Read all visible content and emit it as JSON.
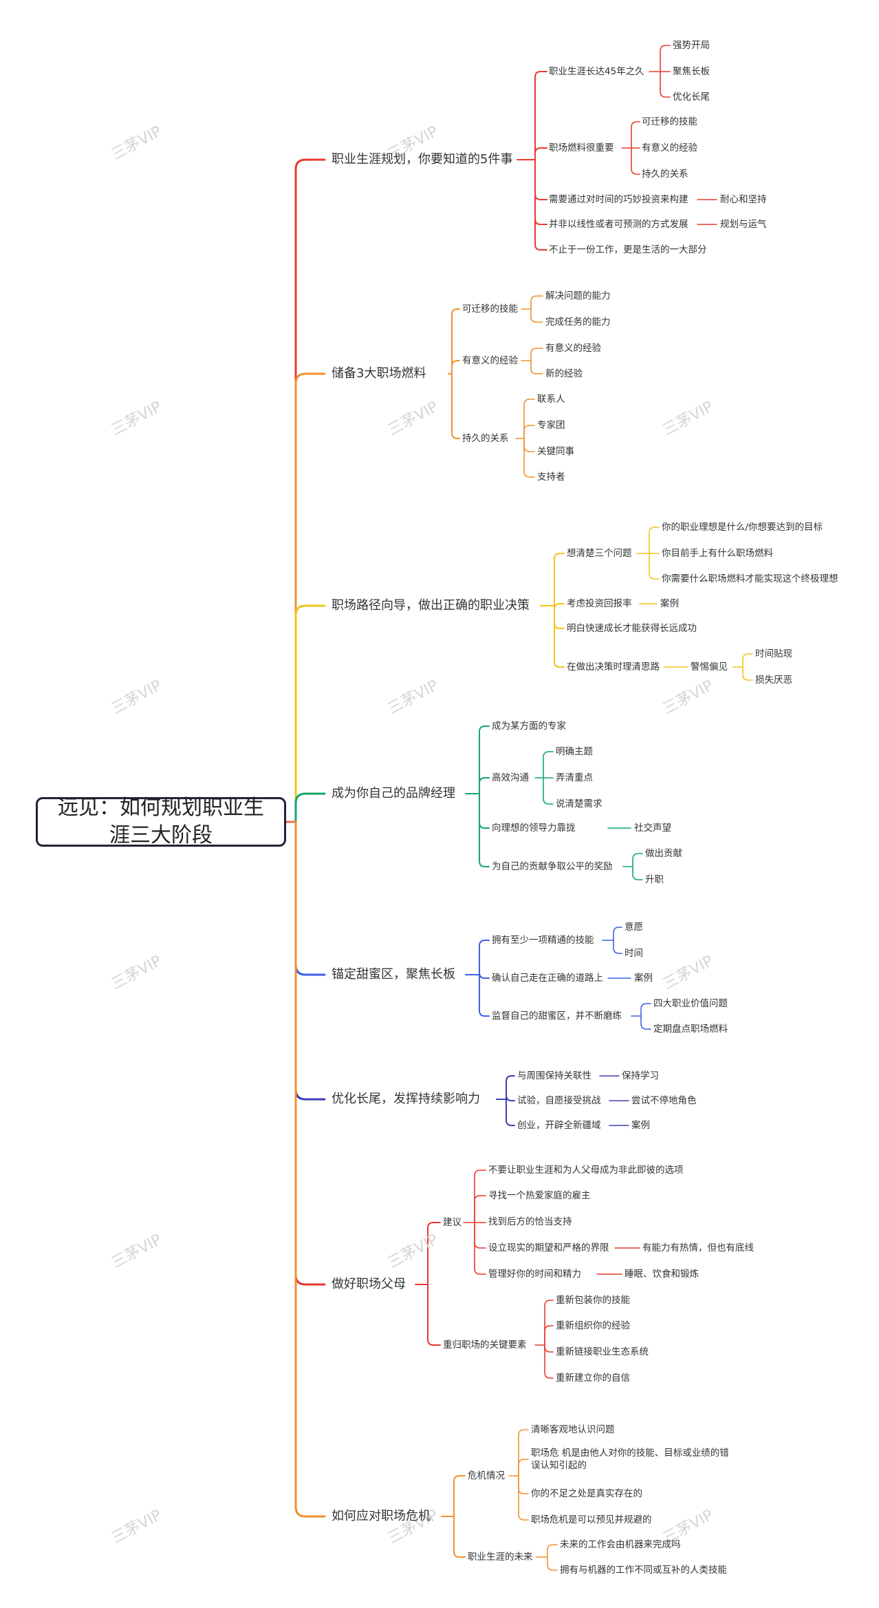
{
  "root": {
    "line1": "远见：如何规划职业生",
    "line2": "涯三大阶段"
  },
  "watermark": "三茅VIP",
  "colors": {
    "red": "#e8382f",
    "orange": "#f0902c",
    "yellow": "#f0c419",
    "green": "#12a66a",
    "blue": "#3b5ee6",
    "indigo": "#3d3db5",
    "trunk": "#ec6c48"
  },
  "branches": [
    {
      "label": "职业生涯规划，你要知道的5件事",
      "color": "red"
    },
    {
      "label": "储备3大职场燃料",
      "color": "orange"
    },
    {
      "label": "职场路径向导，做出正确的职业决策",
      "color": "yellow"
    },
    {
      "label": "成为你自己的品牌经理",
      "color": "green"
    },
    {
      "label": "锚定甜蜜区，聚焦长板",
      "color": "blue"
    },
    {
      "label": "优化长尾，发挥持续影响力",
      "color": "indigo"
    },
    {
      "label": "做好职场父母",
      "color": "red"
    },
    {
      "label": "如何应对职场危机",
      "color": "orange"
    }
  ],
  "b0": {
    "n1": "职业生涯长达45年之久",
    "n1a": "强势开局",
    "n1b": "聚焦长板",
    "n1c": "优化长尾",
    "n2": "职场燃料很重要",
    "n2a": "可迁移的技能",
    "n2b": "有意义的经验",
    "n2c": "持久的关系",
    "n3": "需要通过对时间的巧妙投资来构建",
    "n3a": "耐心和坚持",
    "n4": "并非以线性或者可预测的方式发展",
    "n4a": "规划与运气",
    "n5": "不止于一份工作，更是生活的一大部分"
  },
  "b1": {
    "n1": "可迁移的技能",
    "n1a": "解决问题的能力",
    "n1b": "完成任务的能力",
    "n2": "有意义的经验",
    "n2a": "有意义的经验",
    "n2b": "新的经验",
    "n3": "持久的关系",
    "n3a": "联系人",
    "n3b": "专家团",
    "n3c": "关键同事",
    "n3d": "支持者"
  },
  "b2": {
    "n1": "想清楚三个问题",
    "n1a": "你的职业理想是什么/你想要达到的目标",
    "n1b": "你目前手上有什么职场燃料",
    "n1c": "你需要什么职场燃料才能实现这个终极理想",
    "n2": "考虑投资回报率",
    "n2a": "案例",
    "n3": "明白快速成长才能获得长远成功",
    "n4": "在做出决策时理清思路",
    "n4a": "警惕偏见",
    "n4b": "时间贴现",
    "n4c": "损失厌恶"
  },
  "b3": {
    "n1": "成为某方面的专家",
    "n2": "高效沟通",
    "n2a": "明确主题",
    "n2b": "弄清重点",
    "n2c": "说清楚需求",
    "n3": "向理想的领导力靠拢",
    "n3a": "社交声望",
    "n4": "为自己的贡献争取公平的奖励",
    "n4a": "做出贡献",
    "n4b": "升职"
  },
  "b4": {
    "n1": "拥有至少一项精通的技能",
    "n1a": "意愿",
    "n1b": "时间",
    "n2": "确认自己走在正确的道路上",
    "n2a": "案例",
    "n3": "监督自己的甜蜜区，并不断磨练",
    "n3a": "四大职业价值问题",
    "n3b": "定期盘点职场燃料"
  },
  "b5": {
    "n1": "与周围保持关联性",
    "n1a": "保持学习",
    "n2": "试验，自愿接受挑战",
    "n2a": "尝试不停地角色",
    "n3": "创业，开辟全新疆域",
    "n3a": "案例"
  },
  "b6": {
    "n1": "建议",
    "n1a": "不要让职业生涯和为人父母成为非此即彼的选项",
    "n1b": "寻找一个热爱家庭的雇主",
    "n1c": "找到后方的恰当支持",
    "n1d": "设立现实的期望和严格的界限",
    "n1d1": "有能力有热情，但也有底线",
    "n1e": "管理好你的时间和精力",
    "n1e1": "睡眠、饮食和锻炼",
    "n2": "重归职场的关键要素",
    "n2a": "重新包装你的技能",
    "n2b": "重新组织你的经验",
    "n2c": "重新链接职业生态系统",
    "n2d": "重新建立你的自信"
  },
  "b7": {
    "n1": "危机情况",
    "n1a": "清晰客观地认识问题",
    "n1b1": "职场危 机是由他人对你的技能、目标或业绩的错",
    "n1b2": "误认知引起的",
    "n1c": "你的不足之处是真实存在的",
    "n1d": "职场危机是可以预见并规避的",
    "n2": "职业生涯的未来",
    "n2a": "未来的工作会由机器来完成吗",
    "n2b": "拥有与机器的工作不同或互补的人类技能"
  }
}
